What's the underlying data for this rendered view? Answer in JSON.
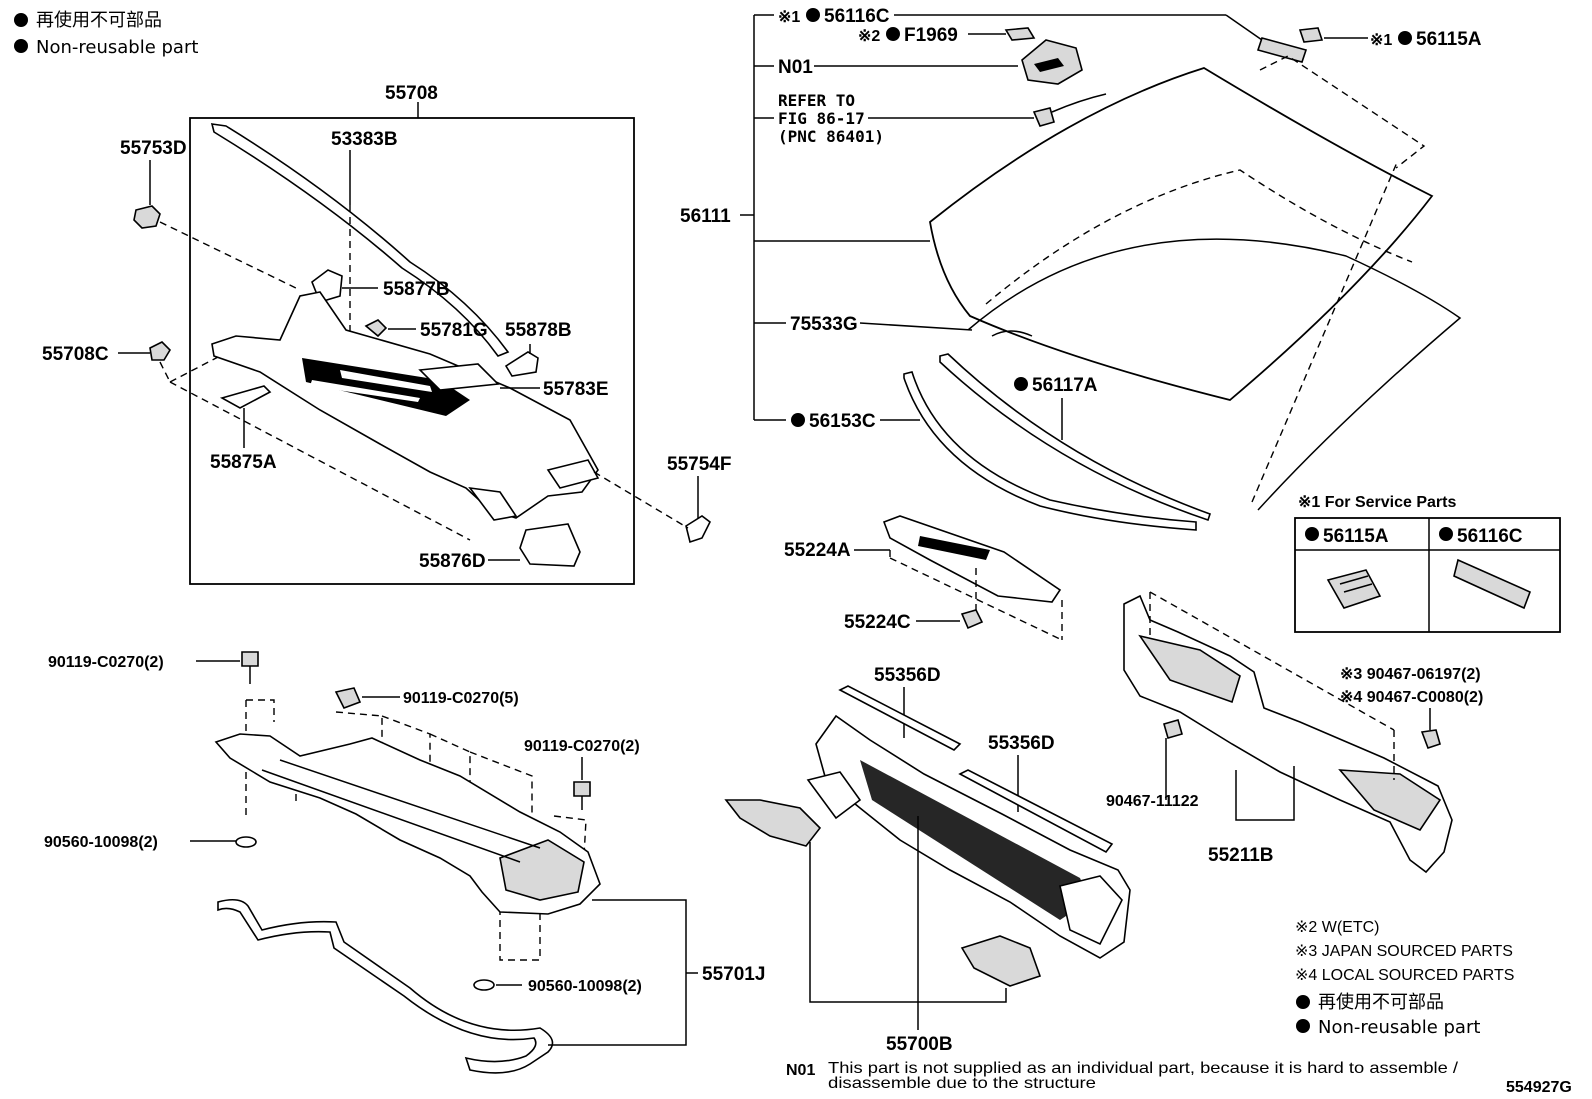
{
  "legend_top": {
    "jp": "再使用不可部品",
    "en": "Non-reusable part"
  },
  "legend_bottom": {
    "note2": "※2 W(ETC)",
    "note3": "※3 JAPAN SOURCED PARTS",
    "note4": "※4 LOCAL SOURCED PARTS",
    "jp": "再使用不可部品",
    "en": "Non-reusable part"
  },
  "service_box": {
    "title": "※1 For Service Parts",
    "col1": "56115A",
    "col2": "56116C"
  },
  "refer": {
    "line1": "REFER TO",
    "line2": "FIG 86-17",
    "line3": "(PNC 86401)"
  },
  "labels": {
    "p55708": "55708",
    "p53383B": "53383B",
    "p55753D": "55753D",
    "p55877B": "55877B",
    "p55781G": "55781G",
    "p55878B": "55878B",
    "p55708C": "55708C",
    "p55783E": "55783E",
    "p55875A": "55875A",
    "p55754F": "55754F",
    "p55876D": "55876D",
    "p56116C_pre": "※1",
    "p56116C": "56116C",
    "pF1969_pre": "※2",
    "pF1969": "F1969",
    "pN01": "N01",
    "p56115A_pre": "※1",
    "p56115A": "56115A",
    "p56111": "56111",
    "p75533G": "75533G",
    "p56117A": "56117A",
    "p56153C": "56153C",
    "p55224A": "55224A",
    "p55224C": "55224C",
    "p90119a": "90119-C0270(2)",
    "p90119b": "90119-C0270(5)",
    "p90119c": "90119-C0270(2)",
    "p90560a": "90560-10098(2)",
    "p90560b": "90560-10098(2)",
    "p55701J": "55701J",
    "p55356D_a": "55356D",
    "p55356D_b": "55356D",
    "p55700B": "55700B",
    "p90467a": "※3 90467-06197(2)",
    "p90467b": "※4 90467-C0080(2)",
    "p90467c": "90467-11122",
    "p55211B": "55211B"
  },
  "footnote": {
    "code": "N01",
    "line1": "This part is not supplied as an individual part, because it is hard to assemble /",
    "line2": "disassemble due to the structure"
  },
  "figure_id": "554927G"
}
